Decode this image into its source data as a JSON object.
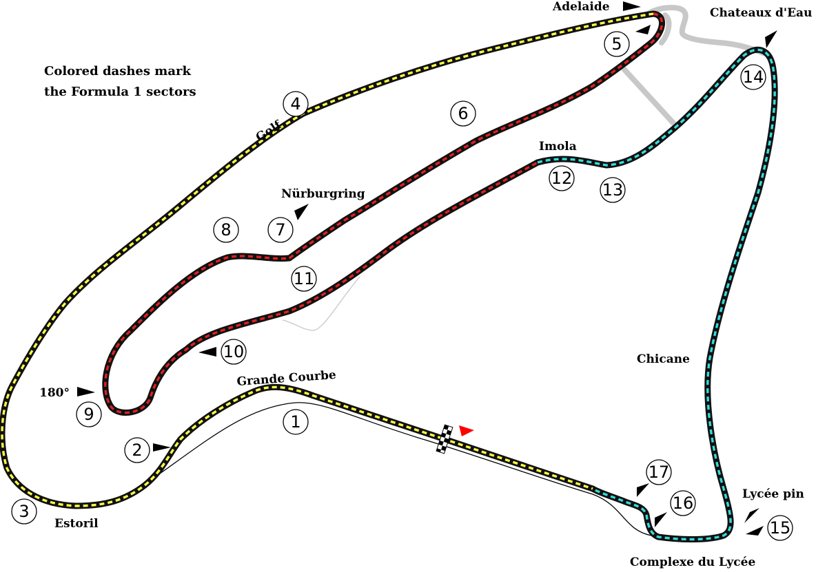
{
  "note": [
    "Colored dashes mark",
    "the Formula 1 sectors"
  ],
  "labels": {
    "adelaide": "Adelaide",
    "chateaux": "Chateaux d'Eau",
    "golf": "Golf",
    "nurburgring": "Nürburgring",
    "imola": "Imola",
    "angle180": "180°",
    "grande_courbe": "Grande Courbe",
    "chicane": "Chicane",
    "estoril": "Estoril",
    "lycee_pin": "Lycée pin",
    "complexe": "Complexe du Lycée"
  },
  "corners": [
    "1",
    "2",
    "3",
    "4",
    "5",
    "6",
    "7",
    "8",
    "9",
    "10",
    "11",
    "12",
    "13",
    "14",
    "15",
    "16",
    "17"
  ],
  "colors": {
    "track": "#111111",
    "sector1": "#ffff44",
    "sector2": "#e02020",
    "sector3": "#33dddd",
    "unused_track": "#c8c8c8",
    "pit_lane": "#000000",
    "start_arrow": "#ff0000"
  }
}
